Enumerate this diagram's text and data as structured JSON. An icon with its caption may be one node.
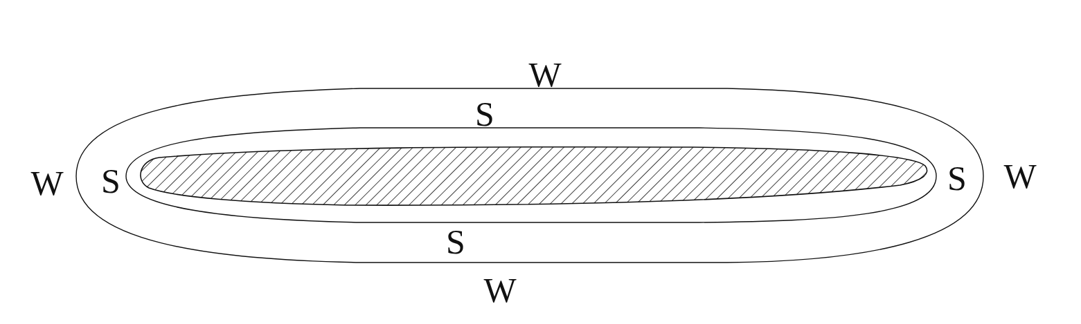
{
  "diagram": {
    "labels": [
      "W",
      "S",
      "W",
      "S",
      "S",
      "W",
      "S",
      "W"
    ]
  }
}
